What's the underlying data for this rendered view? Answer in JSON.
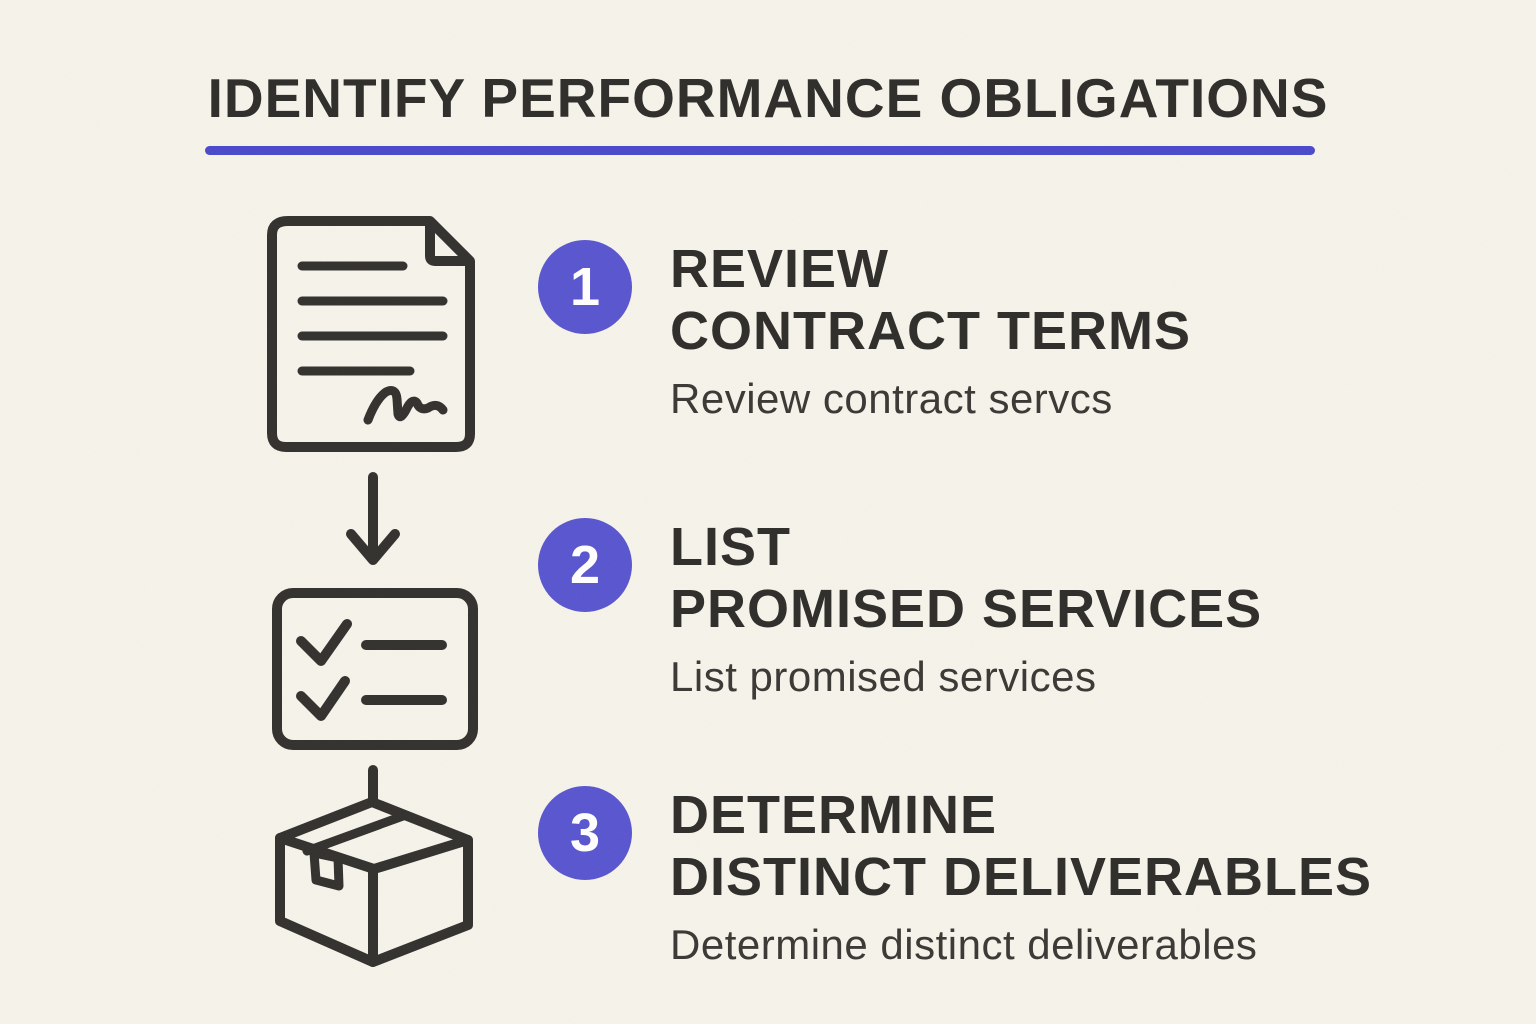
{
  "title": {
    "text": "IDENTIFY PERFORMANCE OBLIGATIONS"
  },
  "colors": {
    "background": "#f6f3ea",
    "ink": "#2e2d2a",
    "icon_stroke": "#33312e",
    "accent_circle": "#5955cf",
    "title_underline": "#4a49cb",
    "badge_text": "#ffffff"
  },
  "icons": {
    "step1": "contract-document-icon",
    "flow1": "down-arrow-icon",
    "step2": "checklist-icon",
    "flow2": "connector-line",
    "step3": "package-box-icon"
  },
  "steps": [
    {
      "number": "1",
      "heading_line1": "REVIEW",
      "heading_line2": "CONTRACT TERMS",
      "description": "Review contract servcs"
    },
    {
      "number": "2",
      "heading_line1": "LIST",
      "heading_line2": "PROMISED SERVICES",
      "description": "List promised services"
    },
    {
      "number": "3",
      "heading_line1": "DETERMINE",
      "heading_line2": "DISTINCT DELIVERABLES",
      "description": "Determine distinct deliverables"
    }
  ]
}
